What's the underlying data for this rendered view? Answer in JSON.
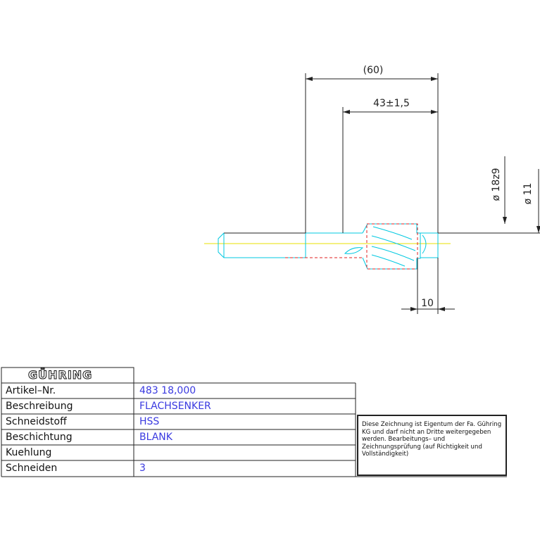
{
  "dimensions": {
    "overall_length": "(60)",
    "flute_length": "43±1,5",
    "pilot_length": "10",
    "diameter_body": "ø 18z9",
    "diameter_pilot": "ø 11"
  },
  "title_block": {
    "logo": "GÜHRING",
    "rows": [
      {
        "label": "Artikel–Nr.",
        "value": "483 18,000"
      },
      {
        "label": "Beschreibung",
        "value": "FLACHSENKER"
      },
      {
        "label": "Schneidstoff",
        "value": "HSS"
      },
      {
        "label": "Beschichtung",
        "value": "BLANK"
      },
      {
        "label": "Kuehlung",
        "value": ""
      },
      {
        "label": "Schneiden",
        "value": "3"
      }
    ],
    "note": "Diese Zeichnung ist Eigentum der Fa. Gühring KG und darf nicht an Dritte weitergegeben werden. Bearbeitungs– und Zeichnungsprüfung (auf Richtigkeit und Vollständigkeit)"
  },
  "colors": {
    "line": "#222222",
    "tool_outline": "#00c8e0",
    "center_line": "#e8e000",
    "hidden_red": "#e02020",
    "value_text": "#3a3ae0"
  }
}
